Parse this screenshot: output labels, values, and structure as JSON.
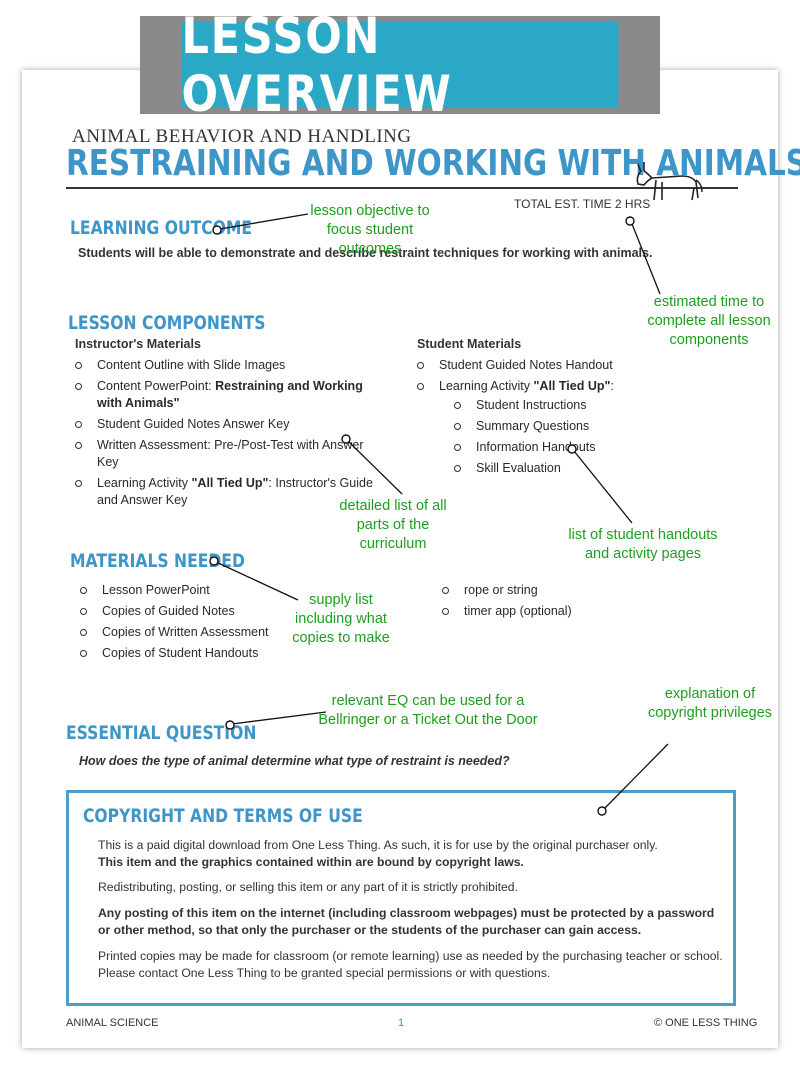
{
  "banner": {
    "title": "LESSON OVERVIEW"
  },
  "header": {
    "kicker": "ANIMAL BEHAVIOR AND HANDLING",
    "title": "RESTRAINING AND WORKING WITH ANIMALS",
    "est_time": "TOTAL EST. TIME 2 HRS",
    "icon": "donkey-icon"
  },
  "learning_outcome": {
    "heading": "LEARNING OUTCOME",
    "text": "Students will be able to demonstrate and describe restraint techniques for working with animals."
  },
  "components": {
    "heading": "LESSON COMPONENTS",
    "instructor": {
      "heading": "Instructor's Materials",
      "items": [
        {
          "text": "Content Outline with Slide Images"
        },
        {
          "text": "Content PowerPoint: ",
          "bold": "Restraining and Working with Animals\""
        },
        {
          "text": "Student Guided Notes Answer Key"
        },
        {
          "text": "Written Assessment: Pre-/Post-Test with Answer Key"
        },
        {
          "text": "Learning Activity ",
          "bold": "\"All Tied Up\"",
          "after": ": Instructor's Guide and Answer Key"
        }
      ]
    },
    "student": {
      "heading": "Student Materials",
      "items": [
        {
          "text": "Student Guided Notes Handout"
        },
        {
          "text": "Learning Activity ",
          "bold": "\"All Tied Up\"",
          "after": ":"
        }
      ],
      "subitems": [
        "Student Instructions",
        "Summary Questions",
        "Information Handouts",
        "Skill Evaluation"
      ]
    }
  },
  "materials": {
    "heading": "MATERIALS NEEDED",
    "left": [
      "Lesson PowerPoint",
      "Copies of Guided Notes",
      "Copies of Written Assessment",
      "Copies of Student Handouts"
    ],
    "right": [
      "rope or string",
      "timer app (optional)"
    ]
  },
  "essential": {
    "heading": "ESSENTIAL QUESTION",
    "text": "How does the type of animal determine what type of restraint is needed?"
  },
  "copyright": {
    "heading": "COPYRIGHT AND TERMS OF USE",
    "p1": "This is a paid digital download from One Less Thing. As such, it is for use by the original purchaser only.",
    "p1b": "This item and the graphics contained within are bound by copyright laws.",
    "p2": "Redistributing, posting, or selling this item or any part of it is strictly prohibited.",
    "p3": "Any posting of this item on the internet (including classroom webpages) must be protected by a password or other method, so that only the purchaser or the students of the purchaser can gain access.",
    "p4": "Printed copies may be made for classroom (or remote learning) use as needed by the purchasing teacher or school. Please contact One Less Thing to be granted special permissions or with questions."
  },
  "footer": {
    "left": "ANIMAL SCIENCE",
    "page": "1",
    "right": "© ONE LESS THING"
  },
  "annotations": {
    "objective": "lesson objective to focus student outcomes",
    "time": "estimated time to complete all lesson components",
    "parts": "detailed list of all parts of the curriculum",
    "handouts": "list of student handouts and activity pages",
    "supply": "supply list including what copies to make",
    "eq": "relevant EQ can be used for a Bellringer or a Ticket Out the Door",
    "copyright": "explanation of copyright privileges"
  },
  "colors": {
    "banner": "#2aa8c6",
    "heading": "#3d95c8",
    "annotation": "#1e9e1e"
  }
}
